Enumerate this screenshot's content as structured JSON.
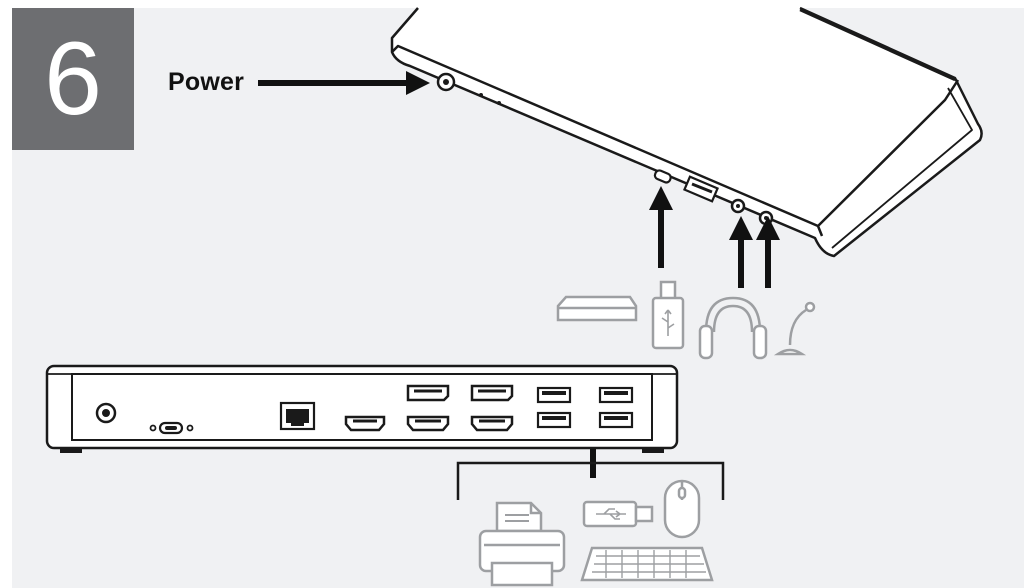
{
  "step": {
    "number": "6"
  },
  "labels": {
    "power": "Power"
  },
  "colors": {
    "panel": "#f0f1f3",
    "step_box": "#6d6e71",
    "line": "#1a1a1a",
    "peripheral": "#9d9fa2",
    "arrow": "#111111"
  },
  "icons": [
    "dock-top-view",
    "dock-front-panel",
    "external-hdd-icon",
    "usb-drive-icon",
    "headphones-icon",
    "microphone-icon",
    "printer-icon",
    "usb-drive-icon",
    "mouse-icon",
    "keyboard-icon"
  ]
}
